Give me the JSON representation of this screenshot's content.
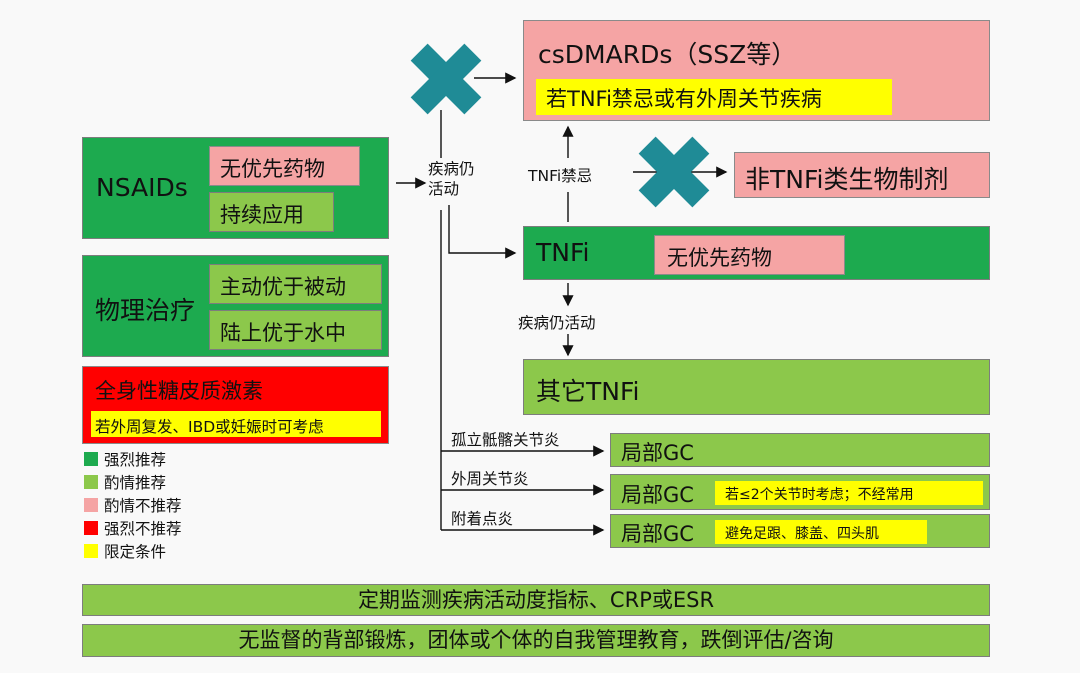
{
  "nsaids": {
    "title": "NSAIDs",
    "tag1": "无优先药物",
    "tag2": "持续应用"
  },
  "physio": {
    "title": "物理治疗",
    "tag1": "主动优于被动",
    "tag2": "陆上优于水中"
  },
  "steroid": {
    "title": "全身性糖皮质激素",
    "condition": "若外周复发、IBD或妊娠时可考虑"
  },
  "legend": [
    {
      "label": "强烈推荐",
      "color": "#1daa4f"
    },
    {
      "label": "酌情推荐",
      "color": "#8cc84b"
    },
    {
      "label": "酌情不推荐",
      "color": "#f5a4a4"
    },
    {
      "label": "强烈不推荐",
      "color": "#ff0000"
    },
    {
      "label": "限定条件",
      "color": "#ffff00"
    }
  ],
  "flow": {
    "active1": "疾病仍\n活动",
    "tnfi_contra": "TNFi禁忌",
    "active2": "疾病仍活动",
    "branch1": "孤立骶髂关节炎",
    "branch2": "外周关节炎",
    "branch3": "附着点炎"
  },
  "csdmards": {
    "title": "csDMARDs（SSZ等）",
    "condition": "若TNFi禁忌或有外周关节疾病"
  },
  "non_tnfi": {
    "title": "非TNFi类生物制剂"
  },
  "tnfi": {
    "title": "TNFi",
    "tag": "无优先药物"
  },
  "other_tnfi": {
    "title": "其它TNFi"
  },
  "gc1": {
    "title": "局部GC"
  },
  "gc2": {
    "title": "局部GC",
    "condition": "若≤2个关节时考虑；不经常用"
  },
  "gc3": {
    "title": "局部GC",
    "condition": "避免足跟、膝盖、四头肌"
  },
  "bottom1": "定期监测疾病活动度指标、CRP或ESR",
  "bottom2": "无监督的背部锻炼，团体或个体的自我管理教育，跌倒评估/咨询",
  "colors": {
    "strong_recommend": "#1daa4f",
    "conditional_recommend": "#8cc84b",
    "conditional_against": "#f5a4a4",
    "strong_against": "#ff0000",
    "condition": "#ffff00",
    "cross": "#1f8b96"
  },
  "icons": {
    "cross": "x-cross-icon"
  }
}
